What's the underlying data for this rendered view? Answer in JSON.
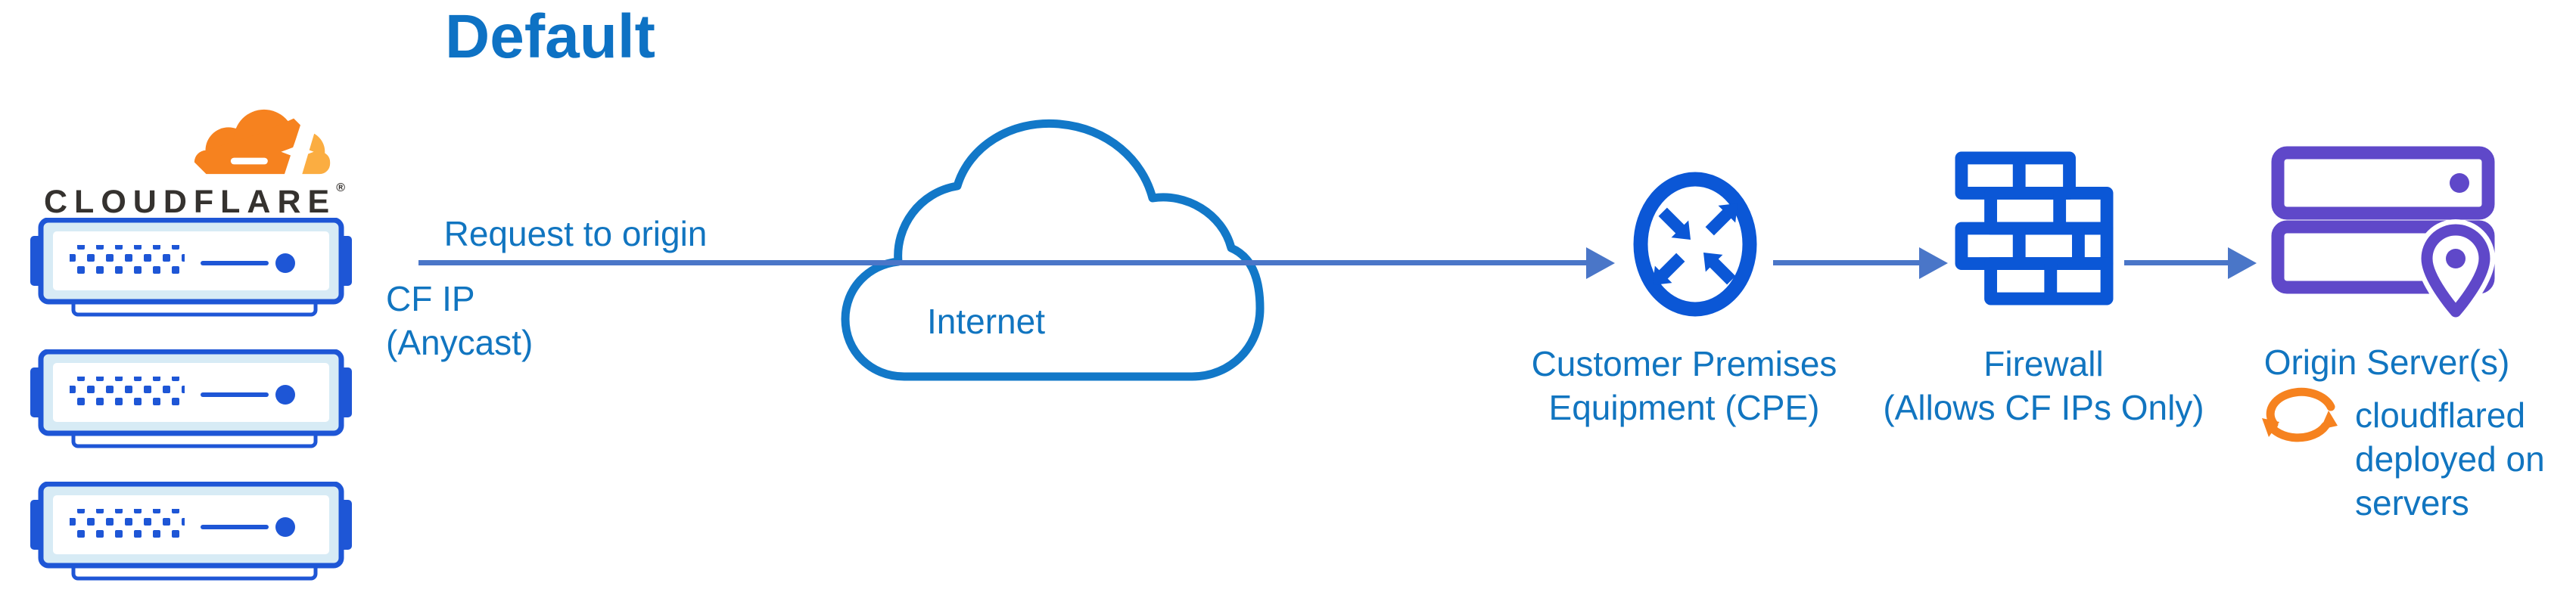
{
  "title": "Default",
  "colors": {
    "title_blue": "#0e72c4",
    "label_blue": "#1175c0",
    "icon_blue": "#0b57d6",
    "server_blue": "#1e56d6",
    "server_panel": "#d7ebf5",
    "connector_blue": "#4a76c8",
    "cloud_stroke": "#1278c8",
    "purple": "#5f48c9",
    "orange": "#f6821f",
    "orange_light": "#fbad41",
    "wordmark_dark": "#35322f"
  },
  "cloudflare": {
    "wordmark": "CLOUDFLARE",
    "registered": "®"
  },
  "flow": {
    "request_label": "Request to origin",
    "cf_ip_line1": "CF IP",
    "cf_ip_line2": "(Anycast)",
    "internet_label": "Internet",
    "cpe_label_line1": "Customer Premises",
    "cpe_label_line2": "Equipment (CPE)",
    "firewall_label_line1": "Firewall",
    "firewall_label_line2": "(Allows CF IPs Only)",
    "origin_label": "Origin Server(s)",
    "cloudflared_line1": "cloudflared",
    "cloudflared_line2": "deployed on",
    "cloudflared_line3": "servers"
  }
}
